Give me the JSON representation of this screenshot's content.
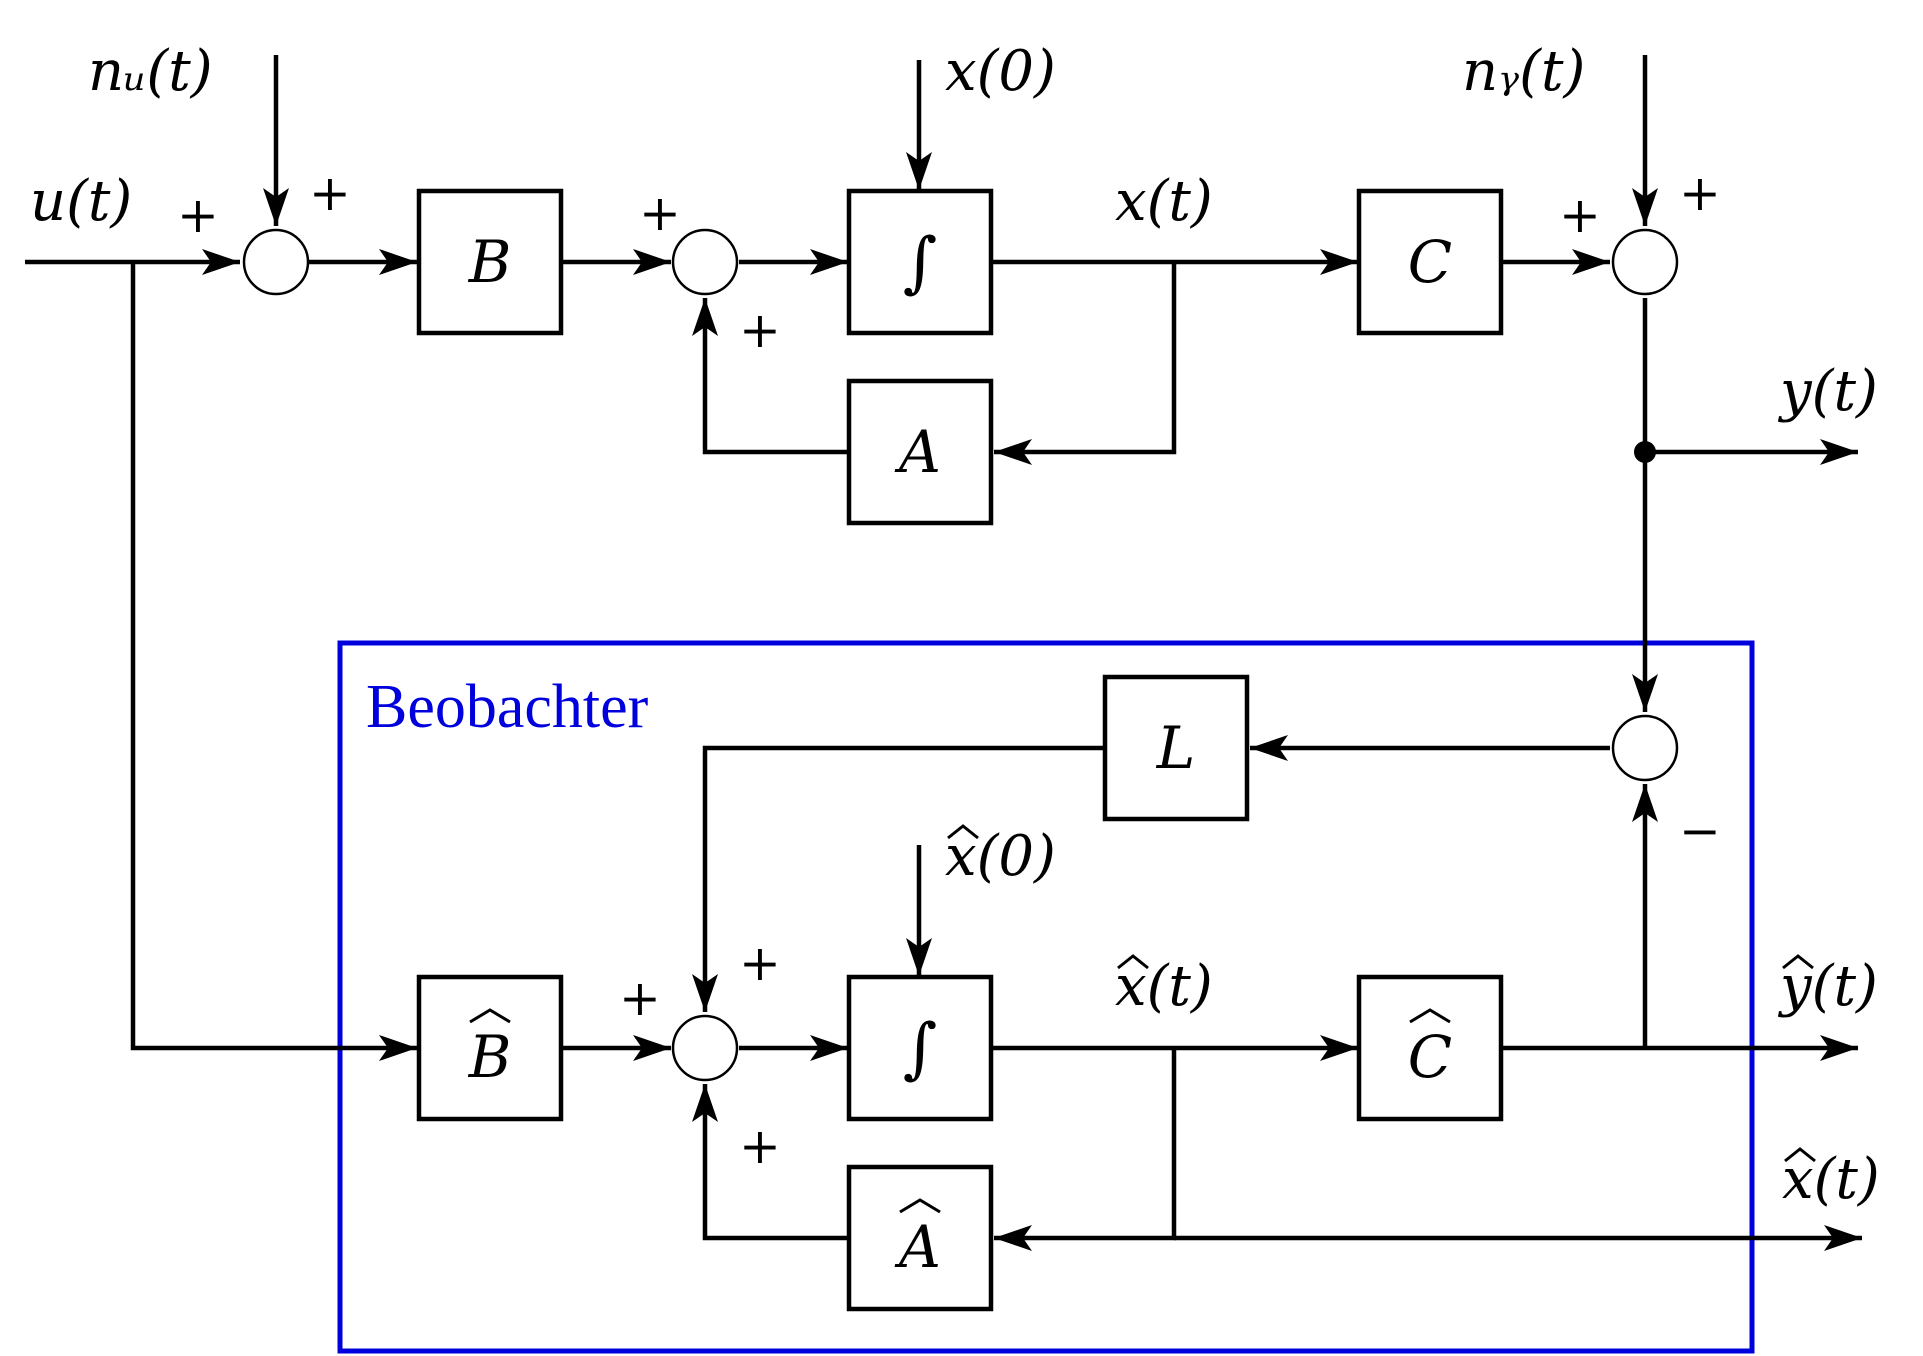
{
  "colors": {
    "line": "#000000",
    "observer": "#0000dd"
  },
  "observer_label": "Beobachter",
  "signals": {
    "u": "u(t)",
    "nu": "nᵤ(t)",
    "x0": "x(0)",
    "x": "x(t)",
    "ny": "nᵧ(t)",
    "y": "y(t)",
    "xhat0": "x(0)",
    "xhat": "x(t)",
    "yhat": "y(t)",
    "xhat_out": "x(t)"
  },
  "blocks": {
    "B": "B",
    "integrator": "∫",
    "A": "A",
    "C": "C",
    "L": "L",
    "Bhat": "B",
    "integrator_hat": "∫",
    "Ahat": "A",
    "Chat": "C"
  },
  "signs": {
    "s1_left": "+",
    "s1_top": "+",
    "s2_left": "+",
    "s2_bottom": "+",
    "s3_left": "+",
    "s3_top": "+",
    "s4_bottom": "−",
    "s5_left": "+",
    "s5_top": "+",
    "s5_bottom": "+"
  }
}
